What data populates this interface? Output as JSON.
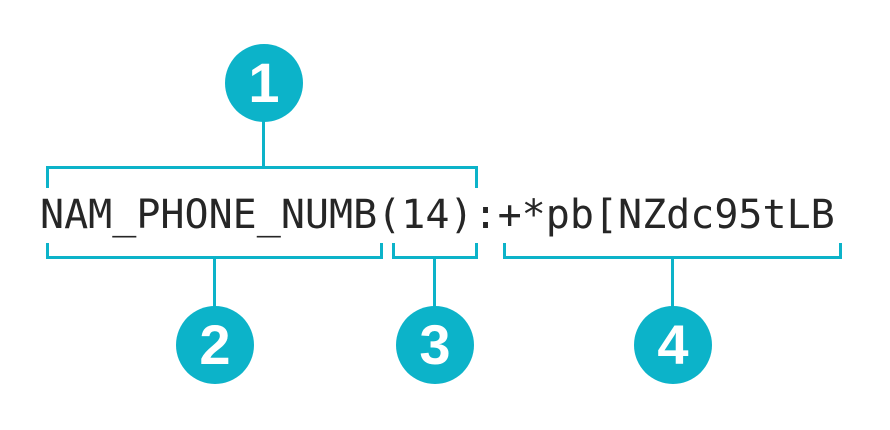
{
  "diagram": {
    "token": {
      "full": "NAM_PHONE_NUMB(14):+*pb[NZdc95tLB",
      "field_name": "NAM_PHONE_NUMB",
      "length": "(14)",
      "separator": ":",
      "value": "+*pb[NZdc95tLB"
    },
    "callouts": [
      {
        "number": "1",
        "target": "NAM_PHONE_NUMB(14)"
      },
      {
        "number": "2",
        "target": "NAM_PHONE_NUMB"
      },
      {
        "number": "3",
        "target": "(14)"
      },
      {
        "number": "4",
        "target": "+*pb[NZdc95tLB"
      }
    ],
    "colors": {
      "accent": "#0cb3c9",
      "text": "#262626",
      "background": "#ffffff",
      "badge_number": "#ffffff"
    }
  }
}
